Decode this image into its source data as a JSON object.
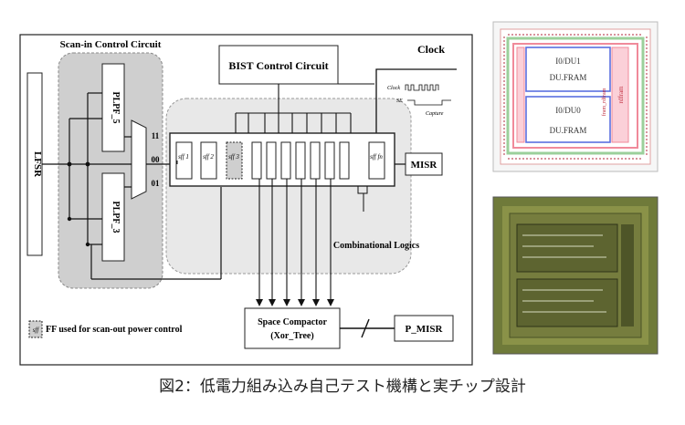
{
  "diagram": {
    "scan_in_title": "Scan-in Control Circuit",
    "bist_title": "BIST Control Circuit",
    "clock_label": "Clock",
    "lfsr_label": "LFSR",
    "plpf_top": "PLPF_5",
    "plpf_bottom": "PLPF_3",
    "mux_inputs": [
      "11",
      "00",
      "01"
    ],
    "sff_cells": [
      "sff 1",
      "sff 2",
      "sff 3",
      "sff fn"
    ],
    "misr_label": "MISR",
    "comb_logic_label": "Combinational Logics",
    "space_compactor_label": "Space Compactor",
    "space_compactor_sub": "(Xor_Tree)",
    "p_misr_label": "P_MISR",
    "legend_text": "FF used for scan-out power control",
    "legend_symbol": "sff",
    "timing_clock": "Clock",
    "timing_se": "SE",
    "timing_capture": "Capture"
  },
  "chip_layout": {
    "blocks": [
      "I0/DU1",
      "DU.FRAM",
      "I0/DU0",
      "DU.FRAM"
    ],
    "side_labels": [
      "rdfram",
      "fram_rdfram"
    ]
  },
  "caption": "図2：低電力組み込み自己テスト機構と実チップ設計",
  "colors": {
    "line": "#111111",
    "scan_panel": "#d0d0d0",
    "bist_panel": "#e8e8e8",
    "layout_pink": "#f08a9a",
    "layout_blue": "#5a6fe0",
    "die_bg": "#6f7a3a"
  }
}
